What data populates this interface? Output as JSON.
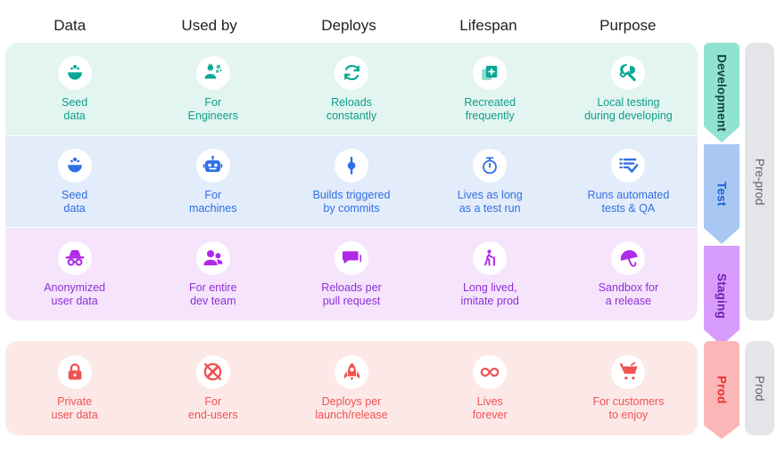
{
  "columns": [
    {
      "key": "data",
      "label": "Data"
    },
    {
      "key": "used_by",
      "label": "Used by"
    },
    {
      "key": "deploys",
      "label": "Deploys"
    },
    {
      "key": "lifespan",
      "label": "Lifespan"
    },
    {
      "key": "purpose",
      "label": "Purpose"
    }
  ],
  "colors": {
    "dev_bg": "#e3f5f0",
    "dev_text": "#0f9d8b",
    "dev_chip": "#8fe3d0",
    "test_bg": "#e3ecfa",
    "test_text": "#2f6fe4",
    "test_chip": "#a8c8f3",
    "staging_bg": "#f6e4fd",
    "staging_text": "#8b2fd6",
    "staging_chip": "#d79cfb",
    "prod_bg": "#fde8e8",
    "prod_text": "#f05252",
    "prod_chip": "#fbb7b7",
    "group_bg": "#e4e5e9",
    "group_text": "#5f6368",
    "header_text": "#202124"
  },
  "rows": [
    {
      "env": "Development",
      "cells": [
        {
          "icon": "seed-icon",
          "label": "Seed\ndata"
        },
        {
          "icon": "engineers-icon",
          "label": "For\nEngineers"
        },
        {
          "icon": "reload-icon",
          "label": "Reloads\nconstantly"
        },
        {
          "icon": "recreate-icon",
          "label": "Recreated\nfrequently"
        },
        {
          "icon": "wrench-icon",
          "label": "Local testing\nduring developing"
        }
      ]
    },
    {
      "env": "Test",
      "cells": [
        {
          "icon": "seed-icon",
          "label": "Seed\ndata"
        },
        {
          "icon": "robot-icon",
          "label": "For\nmachines"
        },
        {
          "icon": "commit-icon",
          "label": "Builds triggered\nby commits"
        },
        {
          "icon": "stopwatch-icon",
          "label": "Lives as long\nas a test run"
        },
        {
          "icon": "checklist-icon",
          "label": "Runs automated\ntests & QA"
        }
      ]
    },
    {
      "env": "Staging",
      "cells": [
        {
          "icon": "incognito-icon",
          "label": "Anonymized\nuser data"
        },
        {
          "icon": "people-icon",
          "label": "For entire\ndev team"
        },
        {
          "icon": "comment-icon",
          "label": "Reloads per\npull request"
        },
        {
          "icon": "elderly-icon",
          "label": "Long lived,\nimitate prod"
        },
        {
          "icon": "umbrella-icon",
          "label": "Sandbox for\na release"
        }
      ]
    },
    {
      "env": "Prod",
      "cells": [
        {
          "icon": "lock-icon",
          "label": "Private\nuser data"
        },
        {
          "icon": "globe-off-icon",
          "label": "For\nend-users"
        },
        {
          "icon": "rocket-icon",
          "label": "Deploys per\nlaunch/release"
        },
        {
          "icon": "infinity-icon",
          "label": "Lives\nforever"
        },
        {
          "icon": "cart-icon",
          "label": "For customers\nto enjoy"
        }
      ]
    }
  ],
  "groups": [
    {
      "key": "preprod",
      "label": "Pre-prod"
    },
    {
      "key": "prod",
      "label": "Prod"
    }
  ]
}
